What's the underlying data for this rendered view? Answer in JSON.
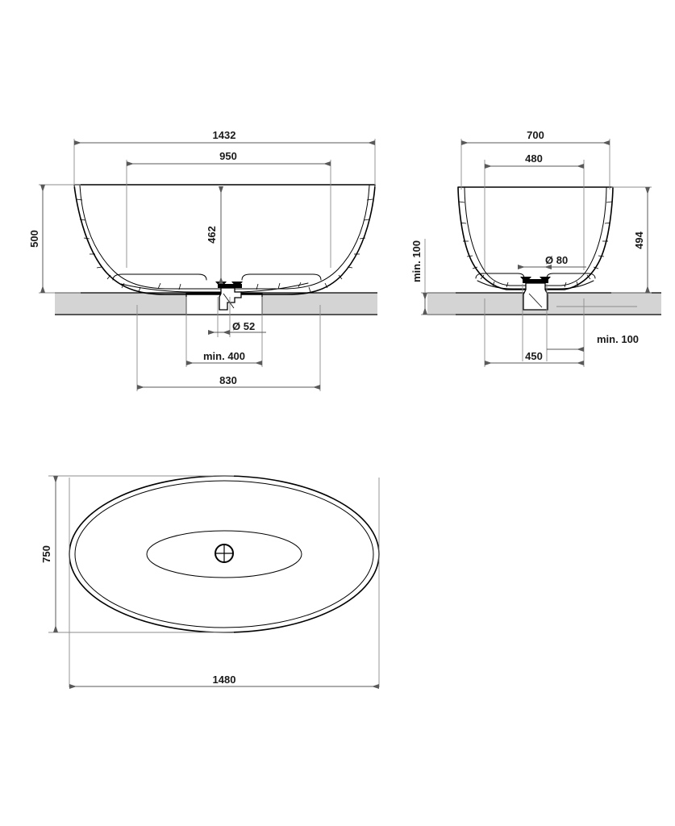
{
  "document": {
    "type": "technical-drawing",
    "subject": "freestanding oval bathtub",
    "units": "mm",
    "background_color": "#ffffff",
    "line_color": "#000000",
    "dimension_color": "#595959",
    "floor_fill_color": "#d4d4d4"
  },
  "views": {
    "front_elevation": {
      "name": "Front elevation section",
      "dimensions": {
        "overall_width": "1432",
        "rim_inner_width": "950",
        "overall_height": "500",
        "inner_depth": "462",
        "drain_diameter": "Ø 52",
        "min_clearance": "min. 400",
        "base_width": "830"
      }
    },
    "side_elevation": {
      "name": "Side elevation section",
      "dimensions": {
        "overall_depth": "700",
        "rim_inner_depth": "480",
        "overall_height": "494",
        "waste_diameter": "Ø 80",
        "min_floor_thickness": "min. 100",
        "min_clearance_right": "min. 100",
        "base_depth": "450"
      }
    },
    "plan_view": {
      "name": "Top plan view",
      "dimensions": {
        "depth": "750",
        "length": "1480"
      },
      "features": {
        "drain_marker": "crosshair-circle"
      }
    }
  },
  "labels": {
    "d1432": "1432",
    "d950": "950",
    "d500": "500",
    "d462": "462",
    "d52": "Ø 52",
    "dmin400": "min. 400",
    "d830": "830",
    "d700": "700",
    "d480": "480",
    "d494": "494",
    "d80": "Ø 80",
    "dmin100_left": "min. 100",
    "dmin100_right": "min. 100",
    "d450": "450",
    "d750": "750",
    "d1480": "1480"
  }
}
